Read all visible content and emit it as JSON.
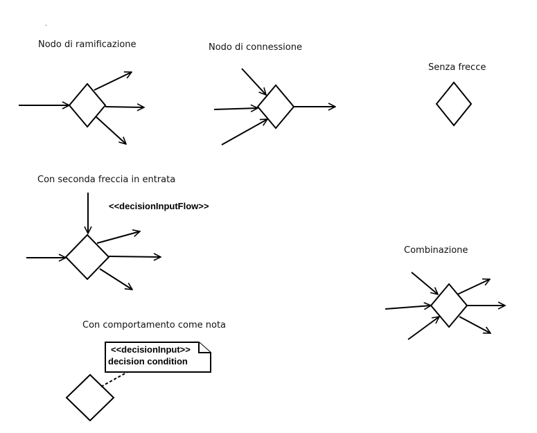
{
  "labels": {
    "branch": "Nodo di ramificazione",
    "merge": "Nodo di connessione",
    "no_arrows": "Senza frecce",
    "second_input": "Con seconda freccia in entrata",
    "combination": "Combinazione",
    "note_behavior": "Con comportamento come nota"
  },
  "stereotype": "<<decisionInputFlow>>",
  "note": {
    "line1": "<<decisionInput>>",
    "line2": "decision condition"
  },
  "colors": {
    "stroke": "#000000",
    "background": "#ffffff"
  }
}
